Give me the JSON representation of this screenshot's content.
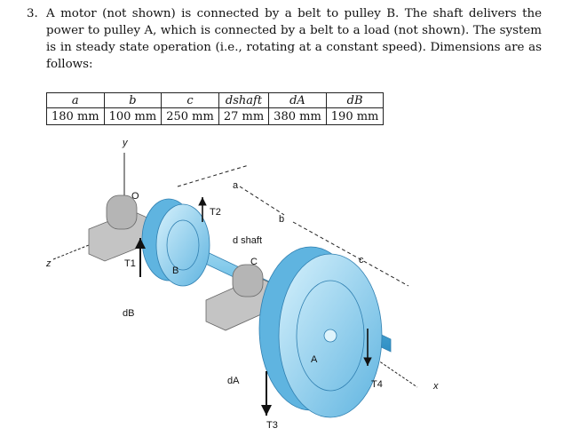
{
  "problem": {
    "number": "3.",
    "text": "A motor (not shown) is connected by a belt to pulley B. The shaft delivers the power to pulley A, which is connected by a belt to a load (not shown). The system is in steady state operation (i.e., rotating at a constant speed). Dimensions are as follows:"
  },
  "table": {
    "headers": [
      "a",
      "b",
      "c",
      "dshaft",
      "dA",
      "dB"
    ],
    "values": [
      "180 mm",
      "100 mm",
      "250 mm",
      "27 mm",
      "380 mm",
      "190 mm"
    ]
  },
  "figure": {
    "labels": {
      "y": "y",
      "z": "z",
      "x": "x",
      "O": "O",
      "a": "a",
      "b": "b",
      "c": "c",
      "C": "C",
      "A": "A",
      "B": "B",
      "T1": "T1",
      "T2": "T2",
      "T3": "T3",
      "T4": "T4",
      "dshaft": "d shaft",
      "dA": "dA",
      "dB": "dB"
    },
    "colors": {
      "pulley": "#8fd3f0",
      "pulley_dark": "#4aa8d8",
      "shaft": "#7ec8ea",
      "bearing": "#b8b8b8"
    }
  }
}
